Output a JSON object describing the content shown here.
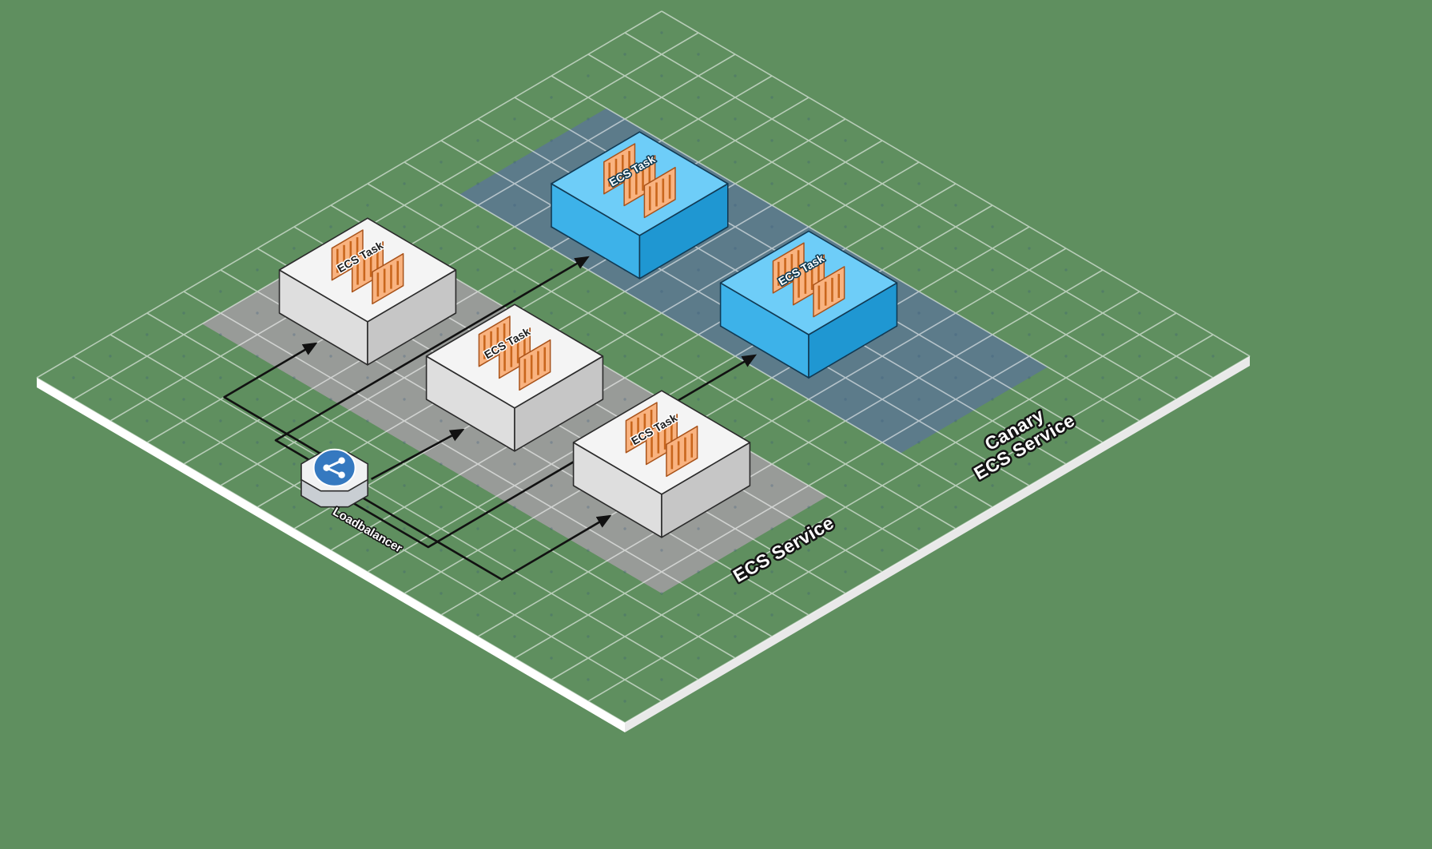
{
  "canvas": {
    "background": "#5f8f5f"
  },
  "platform": {
    "grid_color": "#ffffff",
    "dot_color": "#33557a",
    "edge_color": "#ffffff",
    "edge_shade": "#e9e9e9"
  },
  "zones": [
    {
      "id": "ecs-service",
      "label": "ECS Service",
      "fill": "#9c9c9c"
    },
    {
      "id": "canary-ecs-service",
      "label": "Canary ECS Service",
      "label_lines": [
        "Canary",
        "ECS Service"
      ],
      "fill": "#5b7a8d"
    }
  ],
  "tasks": [
    {
      "id": "ecs-task-1",
      "label": "ECS Task",
      "variant": "standard",
      "zone": "ecs-service"
    },
    {
      "id": "ecs-task-2",
      "label": "ECS Task",
      "variant": "standard",
      "zone": "ecs-service"
    },
    {
      "id": "ecs-task-3",
      "label": "ECS Task",
      "variant": "standard",
      "zone": "ecs-service"
    },
    {
      "id": "canary-task-1",
      "label": "ECS Task",
      "variant": "canary",
      "zone": "canary-ecs-service"
    },
    {
      "id": "canary-task-2",
      "label": "ECS Task",
      "variant": "canary",
      "zone": "canary-ecs-service"
    }
  ],
  "loadbalancer": {
    "id": "loadbalancer",
    "label": "Loadbalancer"
  },
  "connections": [
    {
      "from": "loadbalancer",
      "to": "ecs-task-1"
    },
    {
      "from": "loadbalancer",
      "to": "ecs-task-2"
    },
    {
      "from": "loadbalancer",
      "to": "ecs-task-3"
    },
    {
      "from": "loadbalancer",
      "to": "canary-task-1"
    },
    {
      "from": "loadbalancer",
      "to": "canary-task-2"
    }
  ],
  "styles": {
    "task_standard": {
      "top": "#f4f4f4",
      "left": "#dedede",
      "right": "#c6c6c6",
      "outline": "#2b2b2b",
      "label_fill": "#1d1d1d",
      "label_halo": "#ffffff"
    },
    "task_canary": {
      "top": "#6ecdf8",
      "left": "#3db2e9",
      "right": "#1f97d2",
      "outline": "#113a54",
      "label_fill": "#ffffff",
      "label_halo": "#0d3950"
    },
    "container": {
      "fill": "#f9b380",
      "stripe": "#c9661c",
      "outline": "#a9531a"
    },
    "arrow": "#111111",
    "zone_label": {
      "fill": "#ffffff",
      "halo": "#141414"
    },
    "loadbalancer": {
      "disk": "#3579c0",
      "glyph": "#ffffff",
      "top": "#f1f2f3",
      "side": "#c9ced3",
      "outline": "#2b2b2b",
      "label_fill": "#ffffff",
      "label_halo": "#141414"
    }
  }
}
